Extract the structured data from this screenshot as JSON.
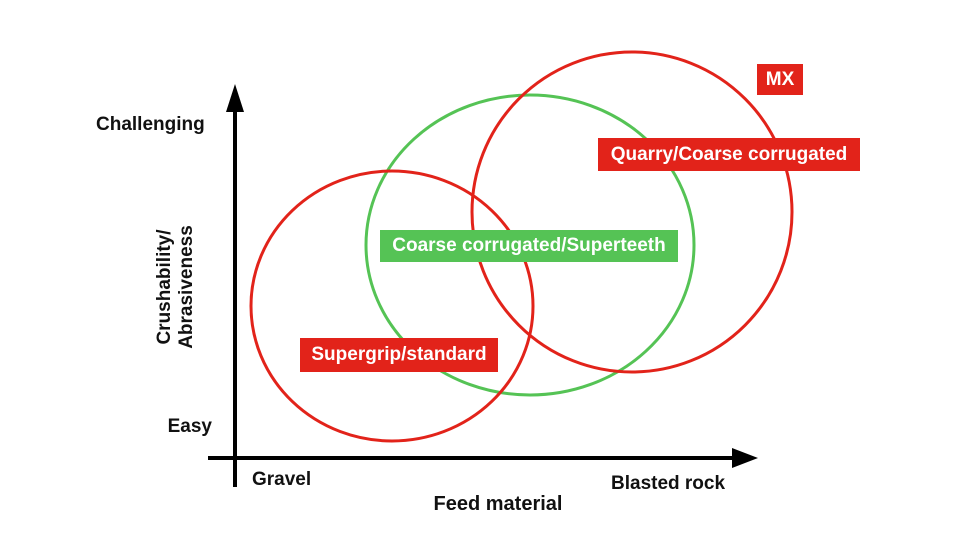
{
  "diagram": {
    "y_axis": {
      "top_label": "Challenging",
      "bottom_label": "Easy",
      "title_line1": "Crushability/",
      "title_line2": "Abrasiveness"
    },
    "x_axis": {
      "left_label": "Gravel",
      "right_label": "Blasted rock",
      "title": "Feed material"
    },
    "badges": {
      "mx": {
        "label": "MX",
        "color": "#e2231a"
      },
      "quarry": {
        "label": "Quarry/Coarse corrugated",
        "color": "#e2231a"
      },
      "superteeth": {
        "label": "Coarse corrugated/Superteeth",
        "color": "#55c355"
      },
      "supergrip": {
        "label": "Supergrip/standard",
        "color": "#e2231a"
      }
    },
    "regions": [
      {
        "label": "Supergrip/standard",
        "circle_color": "#e2231a",
        "position": "lower-left (Gravel / Easy)"
      },
      {
        "label": "Coarse corrugated/Superteeth",
        "circle_color": "#55c355",
        "position": "center"
      },
      {
        "label": "Quarry/Coarse corrugated",
        "circle_color": "#e2231a",
        "position": "upper-right (Blasted rock / Challenging)"
      }
    ],
    "colors": {
      "red": "#e2231a",
      "green": "#55c355",
      "axis": "#000000",
      "background": "#ffffff",
      "badge_text": "#ffffff"
    }
  }
}
